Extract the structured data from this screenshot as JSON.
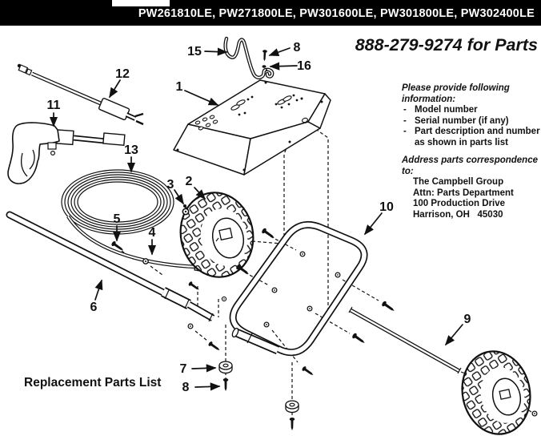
{
  "header": {
    "models": "PW261810LE, PW271800LE, PW301600LE, PW301800LE, PW302400LE"
  },
  "phone_banner": "888-279-9274 for Parts",
  "info_box": {
    "heading_line1": "Please provide following",
    "heading_line2": "information:",
    "dash": "-",
    "bullets": [
      "Model number",
      "Serial number (if any)",
      "Part description and number"
    ],
    "bullet_continuation": "as shown in parts list",
    "address_heading": "Address parts correspondence to:",
    "address_lines": [
      "The Campbell Group",
      "Attn: Parts Department",
      "100 Production Drive",
      "Harrison, OH   45030"
    ]
  },
  "parts_list_title": "Replacement Parts List",
  "callouts": {
    "c1": "1",
    "c2": "2",
    "c3": "3",
    "c4": "4",
    "c5": "5",
    "c6": "6",
    "c7": "7",
    "c8a": "8",
    "c8b": "8",
    "c9": "9",
    "c10": "10",
    "c11": "11",
    "c12": "12",
    "c13": "13",
    "c15": "15",
    "c16": "16"
  },
  "colors": {
    "bar_bg": "#000000",
    "bar_fg": "#ffffff",
    "ink": "#111111",
    "paper": "#ffffff"
  }
}
